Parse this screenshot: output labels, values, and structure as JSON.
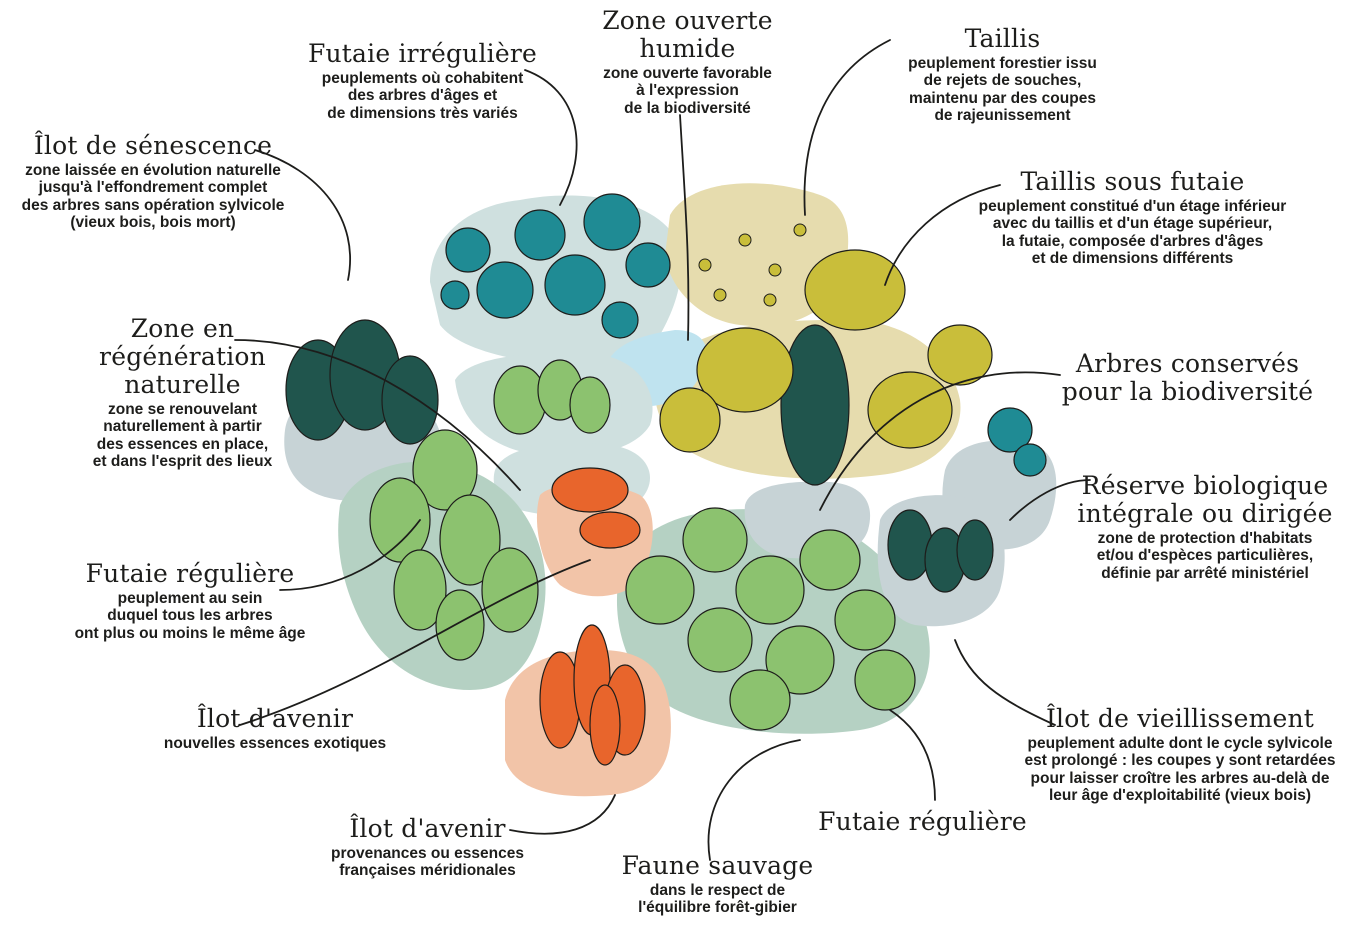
{
  "colors": {
    "teal_light": "#cfe0df",
    "teal_tree": "#1f8b94",
    "dark_green": "#20554d",
    "sage": "#b5d1c3",
    "light_green": "#8cc26f",
    "olive": "#c9be3a",
    "beige": "#e6dcae",
    "water": "#bfe3ef",
    "orange": "#e8652c",
    "peach": "#f2c4a8",
    "grey_blue": "#c7d3d6"
  },
  "labels": {
    "futaie_irreguliere": {
      "title": "Futaie irrégulière",
      "lines": [
        "peuplements où cohabitent",
        "des arbres d'âges et",
        "de dimensions très variés"
      ]
    },
    "zone_ouverte": {
      "title": "Zone ouverte humide",
      "lines": [
        "zone ouverte favorable",
        "à l'expression",
        "de la biodiversité"
      ]
    },
    "taillis": {
      "title": "Taillis",
      "lines": [
        "peuplement forestier issu",
        "de rejets de souches,",
        "maintenu par des coupes",
        "de rajeunissement"
      ]
    },
    "ilot_senescence": {
      "title": "Îlot de sénescence",
      "lines": [
        "zone laissée en évolution naturelle",
        "jusqu'à l'effondrement complet",
        "des arbres sans opération sylvicole",
        "(vieux bois, bois mort)"
      ]
    },
    "taillis_sous_futaie": {
      "title": "Taillis sous futaie",
      "lines": [
        "peuplement constitué d'un étage inférieur",
        "avec du taillis et d'un étage supérieur,",
        "la futaie, composée d'arbres d'âges",
        "et de dimensions différents"
      ]
    },
    "zone_regeneration": {
      "title_lines": [
        "Zone en",
        "régénération",
        "naturelle"
      ],
      "lines": [
        "zone se renouvelant",
        "naturellement à partir",
        "des essences en place,",
        "et dans l'esprit des lieux"
      ]
    },
    "arbres_conserves": {
      "title_lines": [
        "Arbres conservés",
        "pour la biodiversité"
      ]
    },
    "reserve_biologique": {
      "title_lines": [
        "Réserve biologique",
        "intégrale ou dirigée"
      ],
      "lines": [
        "zone de protection d'habitats",
        "et/ou d'espèces particulières,",
        "définie par arrêté ministériel"
      ]
    },
    "futaie_reguliere_left": {
      "title": "Futaie régulière",
      "lines": [
        "peuplement au sein",
        "duquel tous les arbres",
        "ont plus ou moins le même âge"
      ]
    },
    "ilot_avenir_1": {
      "title": "Îlot d'avenir",
      "lines": [
        "nouvelles essences exotiques"
      ]
    },
    "ilot_vieillissement": {
      "title": "Îlot de vieillissement",
      "lines": [
        "peuplement adulte dont le cycle sylvicole",
        "est prolongé : les coupes y sont retardées",
        "pour laisser croître les arbres au-delà de",
        "leur âge d'exploitabilité (vieux bois)"
      ]
    },
    "futaie_reguliere_right": {
      "title": "Futaie régulière"
    },
    "ilot_avenir_2": {
      "title": "Îlot d'avenir",
      "lines": [
        "provenances ou essences",
        "françaises méridionales"
      ]
    },
    "faune_sauvage": {
      "title": "Faune sauvage",
      "lines": [
        "dans le respect de",
        "l'équilibre forêt-gibier"
      ]
    }
  }
}
